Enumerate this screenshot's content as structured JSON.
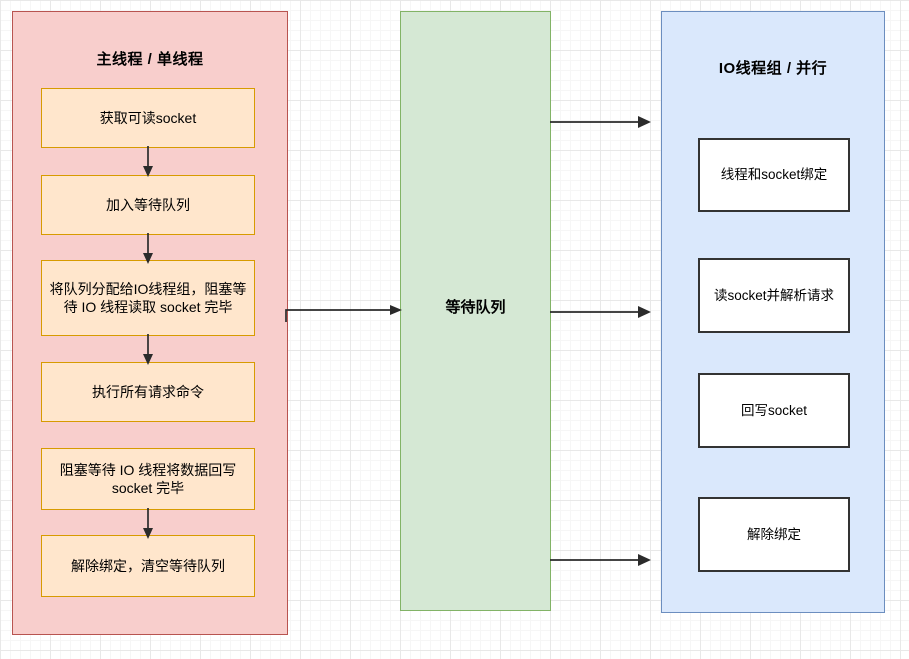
{
  "diagram": {
    "title_main_lane": "主线程 / 单线程",
    "title_io_lane": "IO线程组 / 并行",
    "queue_label": "等待队列",
    "colors": {
      "main_lane_fill": "#f8cecc",
      "main_lane_border": "#b85450",
      "queue_fill": "#d5e8d4",
      "queue_border": "#82b366",
      "io_fill": "#dae8fc",
      "io_border": "#6c8ebf",
      "node_orange_fill": "#ffe6cc",
      "node_orange_border": "#d79b00",
      "node_white_fill": "#ffffff",
      "node_white_border": "#333333",
      "connector": "#2b2b2b"
    },
    "main_lane_steps": [
      {
        "label": "获取可读socket"
      },
      {
        "label": "加入等待队列"
      },
      {
        "label": "将队列分配给IO线程组，阻塞等待 IO 线程读取 socket 完毕"
      },
      {
        "label": "执行所有请求命令"
      },
      {
        "label": "阻塞等待 IO 线程将数据回写 socket 完毕"
      },
      {
        "label": "解除绑定，清空等待队列"
      }
    ],
    "io_lane_steps": [
      {
        "label": "线程和socket绑定"
      },
      {
        "label": "读socket并解析请求"
      },
      {
        "label": "回写socket"
      },
      {
        "label": "解除绑定"
      }
    ]
  }
}
